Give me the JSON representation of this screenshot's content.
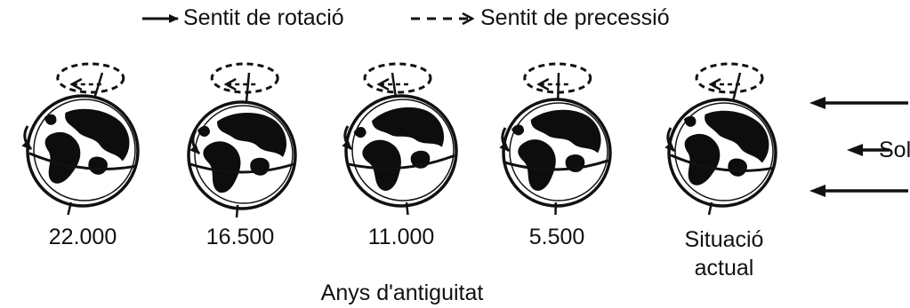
{
  "legend": {
    "rotation_label": "Sentit de rotació",
    "precession_label": "Sentit de precessió"
  },
  "sun": {
    "label": "Sol"
  },
  "epochs": [
    {
      "label": "22.000"
    },
    {
      "label": "16.500"
    },
    {
      "label": "11.000"
    },
    {
      "label": "5.500"
    },
    {
      "label_line1": "Situació",
      "label_line2": "actual"
    }
  ],
  "footer": {
    "label": "Anys d'antiguitat"
  },
  "colors": {
    "ink": "#111111",
    "land": "#0d0d0d",
    "background": "#ffffff"
  }
}
